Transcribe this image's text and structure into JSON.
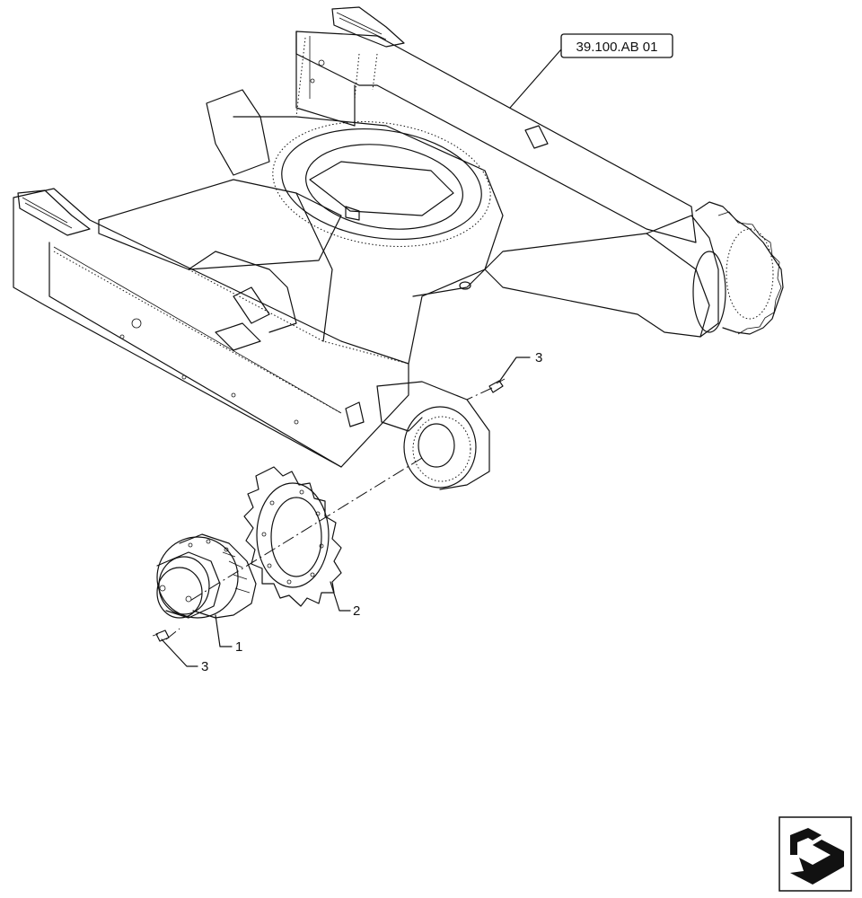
{
  "reference": {
    "label": "39.100.AB 01"
  },
  "callouts": [
    {
      "id": "callout-1",
      "label": "1"
    },
    {
      "id": "callout-2",
      "label": "2"
    },
    {
      "id": "callout-3-top",
      "label": "3"
    },
    {
      "id": "callout-3-bottom",
      "label": "3"
    }
  ],
  "icons": {
    "navigation": "page-back-arrow-icon"
  }
}
